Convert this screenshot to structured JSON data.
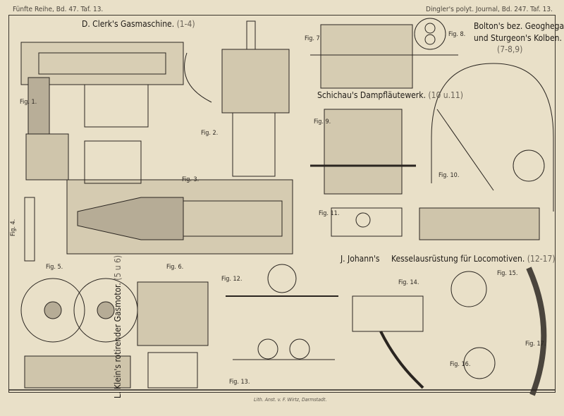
{
  "header": {
    "left": "Fünfte Reihe, Bd. 47. Taf. 13.",
    "right": "Dingler's polyt. Journal, Bd. 247. Taf. 13."
  },
  "titles": {
    "clerk": "D. Clerk's Gasmaschine.",
    "clerk_ref": "(1-4)",
    "bolton_1": "Bolton's bez. Geoghegan",
    "bolton_2": "und Sturgeon's Kolben.",
    "bolton_ref": "(7-8,9)",
    "schichau": "Schichau's Dampfläutewerk.",
    "schichau_ref": "(10 u.11)",
    "johann_a": "J. Johann's",
    "johann_b": "Kesselausrüstung für Locomotiven.",
    "johann_ref": "(12-17)",
    "klein": "L. Klein's rotirender Gasmotor.",
    "klein_ref": "(5 u 6)"
  },
  "figures": [
    "Fig. 1.",
    "Fig. 2.",
    "Fig. 3.",
    "Fig. 4.",
    "Fig. 5.",
    "Fig. 6.",
    "Fig. 7.",
    "Fig. 8.",
    "Fig. 9.",
    "Fig. 10.",
    "Fig. 11.",
    "Fig. 12.",
    "Fig. 13.",
    "Fig. 14.",
    "Fig. 15.",
    "Fig. 16.",
    "Fig. 17."
  ],
  "credit": "Lith. Anst. v. F. Wirtz, Darmstadt.",
  "colors": {
    "paper": "#e9e0c8",
    "ink": "#2a2520",
    "hatch": "#8a8070"
  }
}
